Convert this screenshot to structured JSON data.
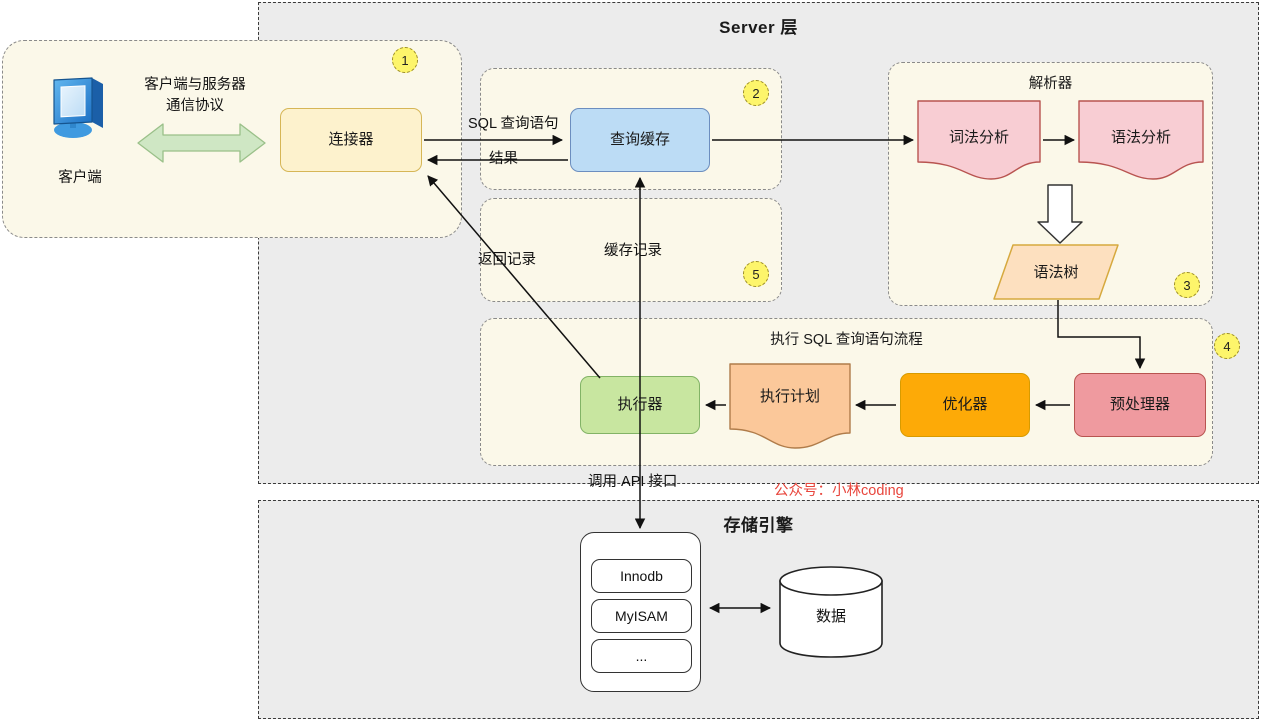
{
  "layers": {
    "server": {
      "title": "Server 层"
    },
    "storage": {
      "title": "存储引擎"
    }
  },
  "client_panel": {
    "icon": "monitor-icon",
    "client_label": "客户端",
    "protocol_label": "客户端与服务器\n通信协议",
    "protocol_line1": "客户端与服务器",
    "protocol_line2": "通信协议",
    "badge": "1"
  },
  "groups": {
    "query_cache": {
      "badge": "2",
      "title": ""
    },
    "cache_record": {
      "badge": "5",
      "title": ""
    },
    "parser": {
      "badge": "3",
      "title": "解析器"
    },
    "execute_flow": {
      "badge": "4",
      "title": "执行 SQL 查询语句流程"
    }
  },
  "nodes": {
    "connector": {
      "label": "连接器",
      "fill": "#fdf2cd",
      "stroke": "#d6b656"
    },
    "query_cache": {
      "label": "查询缓存",
      "fill": "#bcdcf5",
      "stroke": "#6c8ebf"
    },
    "lexical": {
      "label": "词法分析",
      "fill": "#f8cdd3",
      "stroke": "#b85450"
    },
    "syntax": {
      "label": "语法分析",
      "fill": "#f8cdd3",
      "stroke": "#b85450"
    },
    "syntax_tree": {
      "label": "语法树",
      "fill": "#fde0bf",
      "stroke": "#d6b656"
    },
    "preprocessor": {
      "label": "预处理器",
      "fill": "#ef9a9f",
      "stroke": "#b85450"
    },
    "optimizer": {
      "label": "优化器",
      "fill": "#fdaa07",
      "stroke": "#d79b00"
    },
    "exec_plan": {
      "label": "执行计划",
      "fill": "#fbc89a",
      "stroke": "#b07c4a"
    },
    "executor": {
      "label": "执行器",
      "fill": "#c8e6a0",
      "stroke": "#82b366"
    }
  },
  "storage": {
    "engines": [
      "Innodb",
      "MyISAM",
      "..."
    ],
    "database_label": "数据"
  },
  "edge_labels": {
    "sql_query": "SQL 查询语句",
    "result": "结果",
    "return_record": "返回记录",
    "cache_record": "缓存记录",
    "call_api": "调用 API 接口"
  },
  "watermark": "公众号：小林coding",
  "colors": {
    "layer_bg": "#ececec",
    "panel_bg": "#fbf8e9",
    "badge_bg": "#fdf56b",
    "arrow_green": "#cfe7c4",
    "watermark_red": "#e8453c"
  }
}
